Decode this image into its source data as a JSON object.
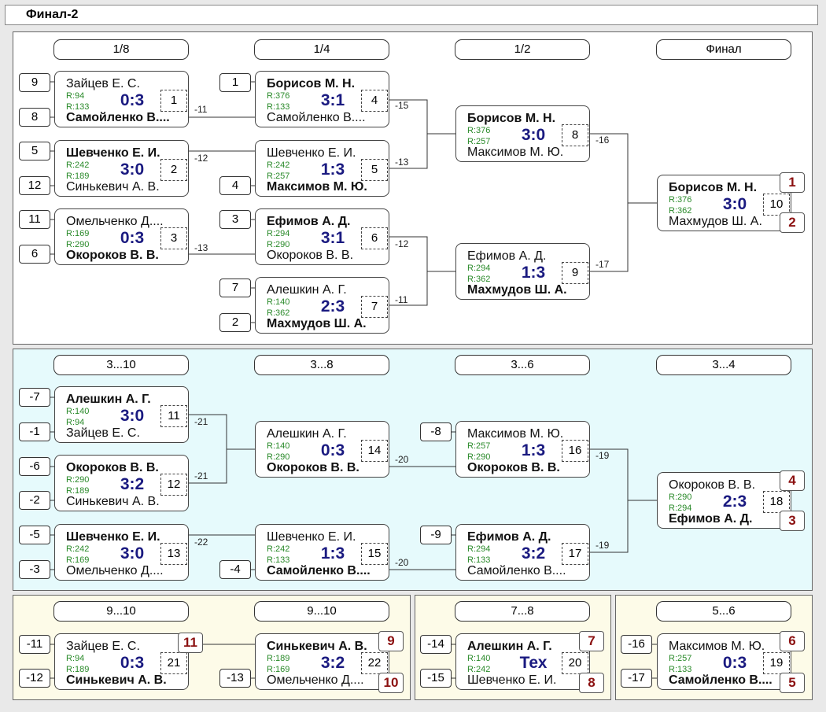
{
  "title": "Финал-2",
  "rounds": {
    "main": [
      "1/8",
      "1/4",
      "1/2",
      "Финал"
    ],
    "places": [
      "3...10",
      "3...8",
      "3...6",
      "3...4"
    ],
    "bottom": [
      "9...10",
      "9...10",
      "7...8",
      "5...6"
    ]
  },
  "matches": [
    {
      "n": "1",
      "p1": "Зайцев Е. С.",
      "r1": "R:94",
      "p2": "Самойленко В....",
      "r2": "R:133",
      "score": "0:3",
      "win": 2
    },
    {
      "n": "2",
      "p1": "Шевченко Е. И.",
      "r1": "R:242",
      "p2": "Синькевич А. В.",
      "r2": "R:189",
      "score": "3:0",
      "win": 1
    },
    {
      "n": "3",
      "p1": "Омельченко Д....",
      "r1": "R:169",
      "p2": "Окороков В. В.",
      "r2": "R:290",
      "score": "0:3",
      "win": 2
    },
    {
      "n": "4",
      "p1": "Борисов М. Н.",
      "r1": "R:376",
      "p2": "Самойленко В....",
      "r2": "R:133",
      "score": "3:1",
      "win": 1
    },
    {
      "n": "5",
      "p1": "Шевченко Е. И.",
      "r1": "R:242",
      "p2": "Максимов М. Ю.",
      "r2": "R:257",
      "score": "1:3",
      "win": 2
    },
    {
      "n": "6",
      "p1": "Ефимов А. Д.",
      "r1": "R:294",
      "p2": "Окороков В. В.",
      "r2": "R:290",
      "score": "3:1",
      "win": 1
    },
    {
      "n": "7",
      "p1": "Алешкин А. Г.",
      "r1": "R:140",
      "p2": "Махмудов Ш. А.",
      "r2": "R:362",
      "score": "2:3",
      "win": 2
    },
    {
      "n": "8",
      "p1": "Борисов М. Н.",
      "r1": "R:376",
      "p2": "Максимов М. Ю.",
      "r2": "R:257",
      "score": "3:0",
      "win": 1
    },
    {
      "n": "9",
      "p1": "Ефимов А. Д.",
      "r1": "R:294",
      "p2": "Махмудов Ш. А.",
      "r2": "R:362",
      "score": "1:3",
      "win": 2
    },
    {
      "n": "10",
      "p1": "Борисов М. Н.",
      "r1": "R:376",
      "p2": "Махмудов Ш. А.",
      "r2": "R:362",
      "score": "3:0",
      "win": 1
    },
    {
      "n": "11",
      "p1": "Алешкин А. Г.",
      "r1": "R:140",
      "p2": "Зайцев Е. С.",
      "r2": "R:94",
      "score": "3:0",
      "win": 1
    },
    {
      "n": "12",
      "p1": "Окороков В. В.",
      "r1": "R:290",
      "p2": "Синькевич А. В.",
      "r2": "R:189",
      "score": "3:2",
      "win": 1
    },
    {
      "n": "13",
      "p1": "Шевченко Е. И.",
      "r1": "R:242",
      "p2": "Омельченко Д....",
      "r2": "R:169",
      "score": "3:0",
      "win": 1
    },
    {
      "n": "14",
      "p1": "Алешкин А. Г.",
      "r1": "R:140",
      "p2": "Окороков В. В.",
      "r2": "R:290",
      "score": "0:3",
      "win": 2
    },
    {
      "n": "15",
      "p1": "Шевченко Е. И.",
      "r1": "R:242",
      "p2": "Самойленко В....",
      "r2": "R:133",
      "score": "1:3",
      "win": 2
    },
    {
      "n": "16",
      "p1": "Максимов М. Ю.",
      "r1": "R:257",
      "p2": "Окороков В. В.",
      "r2": "R:290",
      "score": "1:3",
      "win": 2
    },
    {
      "n": "17",
      "p1": "Ефимов А. Д.",
      "r1": "R:294",
      "p2": "Самойленко В....",
      "r2": "R:133",
      "score": "3:2",
      "win": 1
    },
    {
      "n": "18",
      "p1": "Окороков В. В.",
      "r1": "R:290",
      "p2": "Ефимов А. Д.",
      "r2": "R:294",
      "score": "2:3",
      "win": 2
    },
    {
      "n": "21",
      "p1": "Зайцев Е. С.",
      "r1": "R:94",
      "p2": "Синькевич А. В.",
      "r2": "R:189",
      "score": "0:3",
      "win": 2
    },
    {
      "n": "22",
      "p1": "Синькевич А. В.",
      "r1": "R:189",
      "p2": "Омельченко Д....",
      "r2": "R:169",
      "score": "3:2",
      "win": 1
    },
    {
      "n": "20",
      "p1": "Алешкин А. Г.",
      "r1": "R:140",
      "p2": "Шевченко Е. И.",
      "r2": "R:242",
      "score": "Тех",
      "win": 1
    },
    {
      "n": "19",
      "p1": "Максимов М. Ю.",
      "r1": "R:257",
      "p2": "Самойленко В....",
      "r2": "R:133",
      "score": "0:3",
      "win": 2
    }
  ],
  "seeds": [
    "9",
    "8",
    "5",
    "12",
    "11",
    "6",
    "1",
    "4",
    "3",
    "7",
    "2",
    "-7",
    "-1",
    "-6",
    "-2",
    "-5",
    "-3",
    "-4",
    "-8",
    "-9",
    "-11",
    "-12",
    "-13",
    "-14",
    "-15",
    "-16",
    "-17"
  ],
  "places": [
    "1",
    "2",
    "4",
    "3",
    "11",
    "9",
    "10",
    "7",
    "8",
    "6",
    "5"
  ],
  "refs": [
    "-11",
    "-12",
    "-13",
    "-15",
    "-13",
    "-12",
    "-11",
    "-16",
    "-17",
    "-21",
    "-21",
    "-22",
    "-20",
    "-20",
    "-19",
    "-19"
  ],
  "colors": {
    "place": "#8b1010",
    "score": "#1a1a80",
    "rating": "#2a8a2a",
    "places_bg": "#e6fafc",
    "bottom_bg": "#fdfbe8"
  }
}
